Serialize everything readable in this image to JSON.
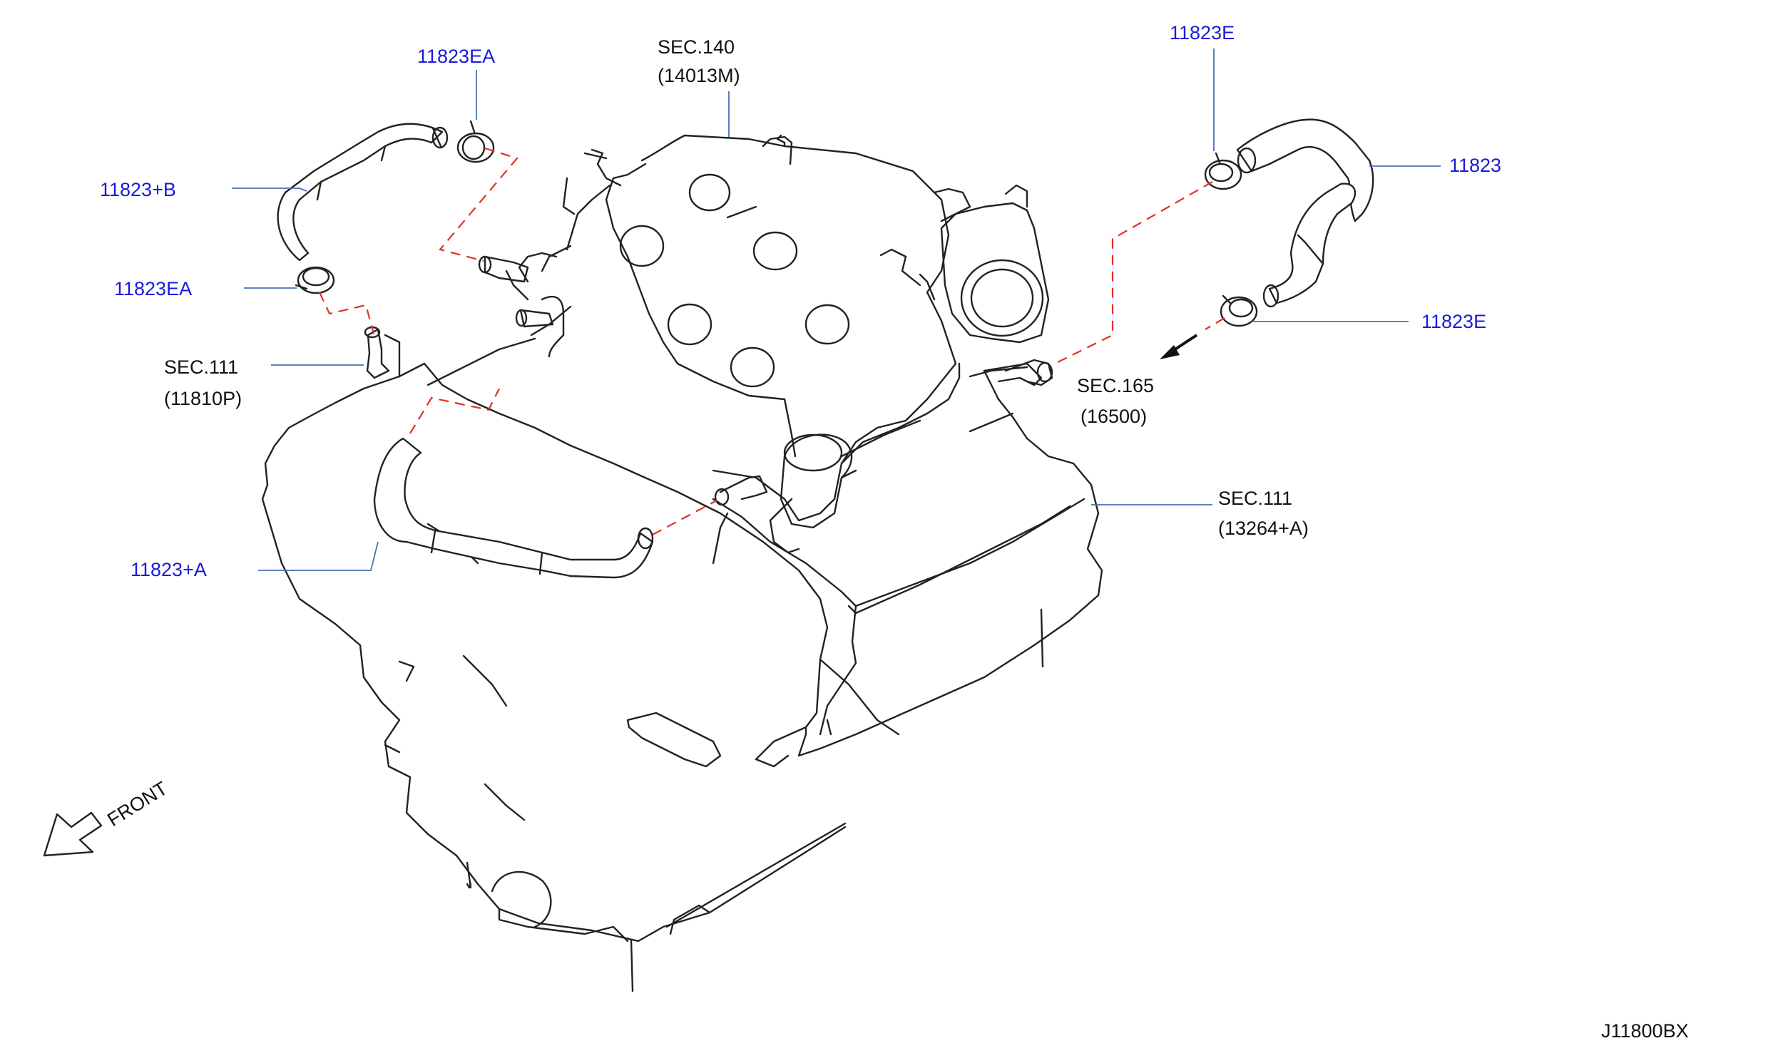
{
  "labels": {
    "p_11823ea_top": "11823EA",
    "p_11823b": "11823+B",
    "p_11823ea_mid": "11823EA",
    "sec111_left_a": "SEC.111",
    "sec111_left_b": "(11810P)",
    "p_11823a": "11823+A",
    "sec140_a": "SEC.140",
    "sec140_b": "(14013M)",
    "p_11823e_top": "11823E",
    "p_11823": "11823",
    "p_11823e_bot": "11823E",
    "sec165_a": "SEC.165",
    "sec165_b": "(16500)",
    "sec111_right_a": "SEC.111",
    "sec111_right_b": "(13264+A)",
    "front": "FRONT",
    "diagram_code": "J11800BX"
  },
  "colors": {
    "part_label": "#1a1adb",
    "leader": "#4a6fb5",
    "connection_dash": "#e0302a",
    "linework": "#222222"
  },
  "icons": [
    "front-arrow-icon",
    "direction-arrow-icon",
    "hose-clamp-icon"
  ]
}
